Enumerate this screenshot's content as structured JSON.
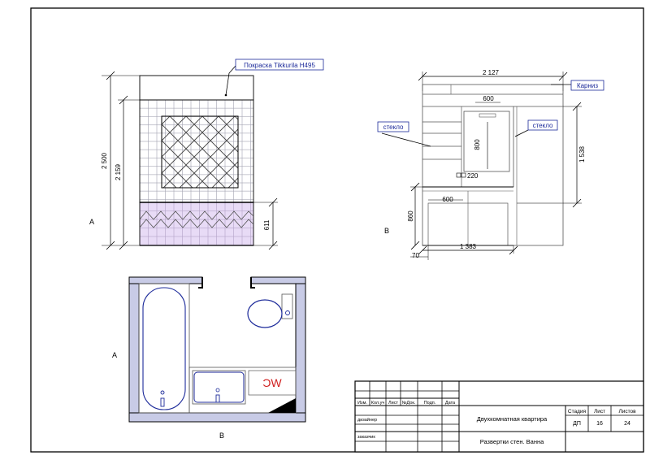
{
  "colors": {
    "line": "#000000",
    "thin": "#555555",
    "tile": "#9a9aa8",
    "lilac": "#e6d8f5",
    "wall": "#c8cbe6",
    "blue": "#1c2a9a",
    "red": "#d01e1e"
  },
  "elevation_a": {
    "paint_callout": "Покраска Tikkurila H495",
    "dim_total": "2 500",
    "dim_tile": "2 159",
    "dim_lower": "611",
    "view_letter": "A"
  },
  "elevation_b": {
    "dim_width": "2 127",
    "dim_mirror_w": "600",
    "dim_mirror_h": "800",
    "dim_shelf": "220",
    "dim_cabinet_w": "600",
    "dim_right_h": "1 538",
    "dim_left_h": "860",
    "dim_bottom": "1 383",
    "dim_offset": "70",
    "label_cornice": "Карниз",
    "label_glass_left": "стекло",
    "label_glass_right": "стекло",
    "view_letter": "B"
  },
  "plan": {
    "label_a": "A",
    "label_b": "B",
    "wm_mark": "WC"
  },
  "title_block": {
    "headers": [
      "Изм.",
      "Кол.уч",
      "Лист",
      "№Док.",
      "Подп.",
      "Дата"
    ],
    "row_design": "дизайнер",
    "row_client": "заказчик",
    "project_title": "Двухкомнатная квартира",
    "stage_label": "Стадия",
    "sheet_label": "Лист",
    "sheets_label": "Листов",
    "stage_value": "ДП",
    "sheet_value": "16",
    "sheets_value": "24",
    "drawing_title": "Развертки стен. Ванна"
  }
}
